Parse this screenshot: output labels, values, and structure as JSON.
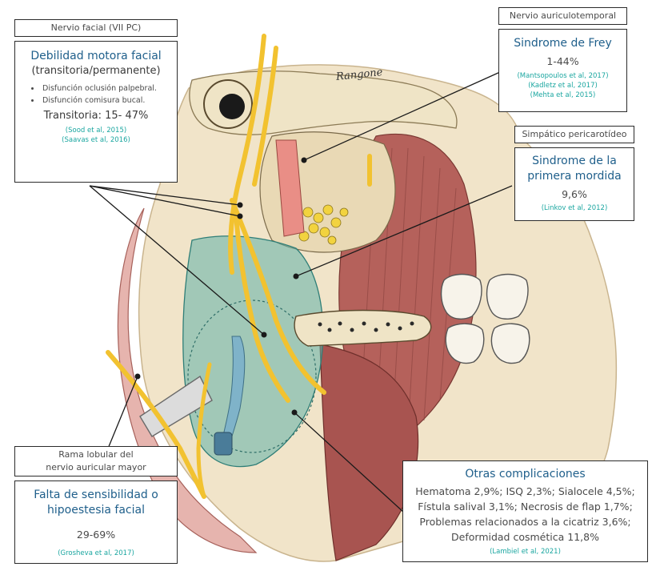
{
  "facial": {
    "tag": "Nervio facial (VII PC)",
    "title": "Debilidad motora facial",
    "subtitle": "(transitoria/permanente)",
    "bullets": [
      "Disfunción oclusión palpebral.",
      "Disfunción comisura bucal."
    ],
    "stat": "Transitoria: 15- 47%",
    "refs": [
      "(Sood et al, 2015)",
      "(Saavas et al, 2016)"
    ]
  },
  "frey": {
    "tag": "Nervio auriculotemporal",
    "title": "Sindrome de Frey",
    "stat": "1-44%",
    "refs": [
      "(Mantsopoulos et al, 2017)",
      "(Kadletz et al, 2017)",
      "(Mehta et al, 2015)"
    ]
  },
  "bite": {
    "tag": "Simpático pericarotídeo",
    "title_line1": "Sindrome de la",
    "title_line2": "primera mordida",
    "stat": "9,6%",
    "refs": [
      "(Linkov et al, 2012)"
    ]
  },
  "auricular": {
    "tag_line1": "Rama lobular del",
    "tag_line2": "nervio auricular mayor",
    "title_line1": "Falta de sensibilidad o",
    "title_line2": "hipoestesia facial",
    "stat": "29-69%",
    "refs": [
      "(Grosheva et al, 2017)"
    ]
  },
  "other": {
    "title": "Otras complicaciones",
    "lines": [
      "Hematoma 2,9%; ISQ 2,3%; Sialocele 4,5%;",
      "Fístula salival 3,1%; Necrosis de flap 1,7%;",
      "Problemas relacionados a la cicatriz 3,6%;",
      "Deformidad cosmética 11,8%"
    ],
    "refs": [
      "(Lambiel et al, 2021)"
    ]
  },
  "artist_signature": "Rangone",
  "colors": {
    "title_blue": "#1f5f8b",
    "ref_teal": "#1aa6a0",
    "nerve_yellow": "#f2c230",
    "muscle_red": "#b5615b",
    "skin": "#f1e4c9",
    "gland_teal": "#5fb0a8"
  }
}
